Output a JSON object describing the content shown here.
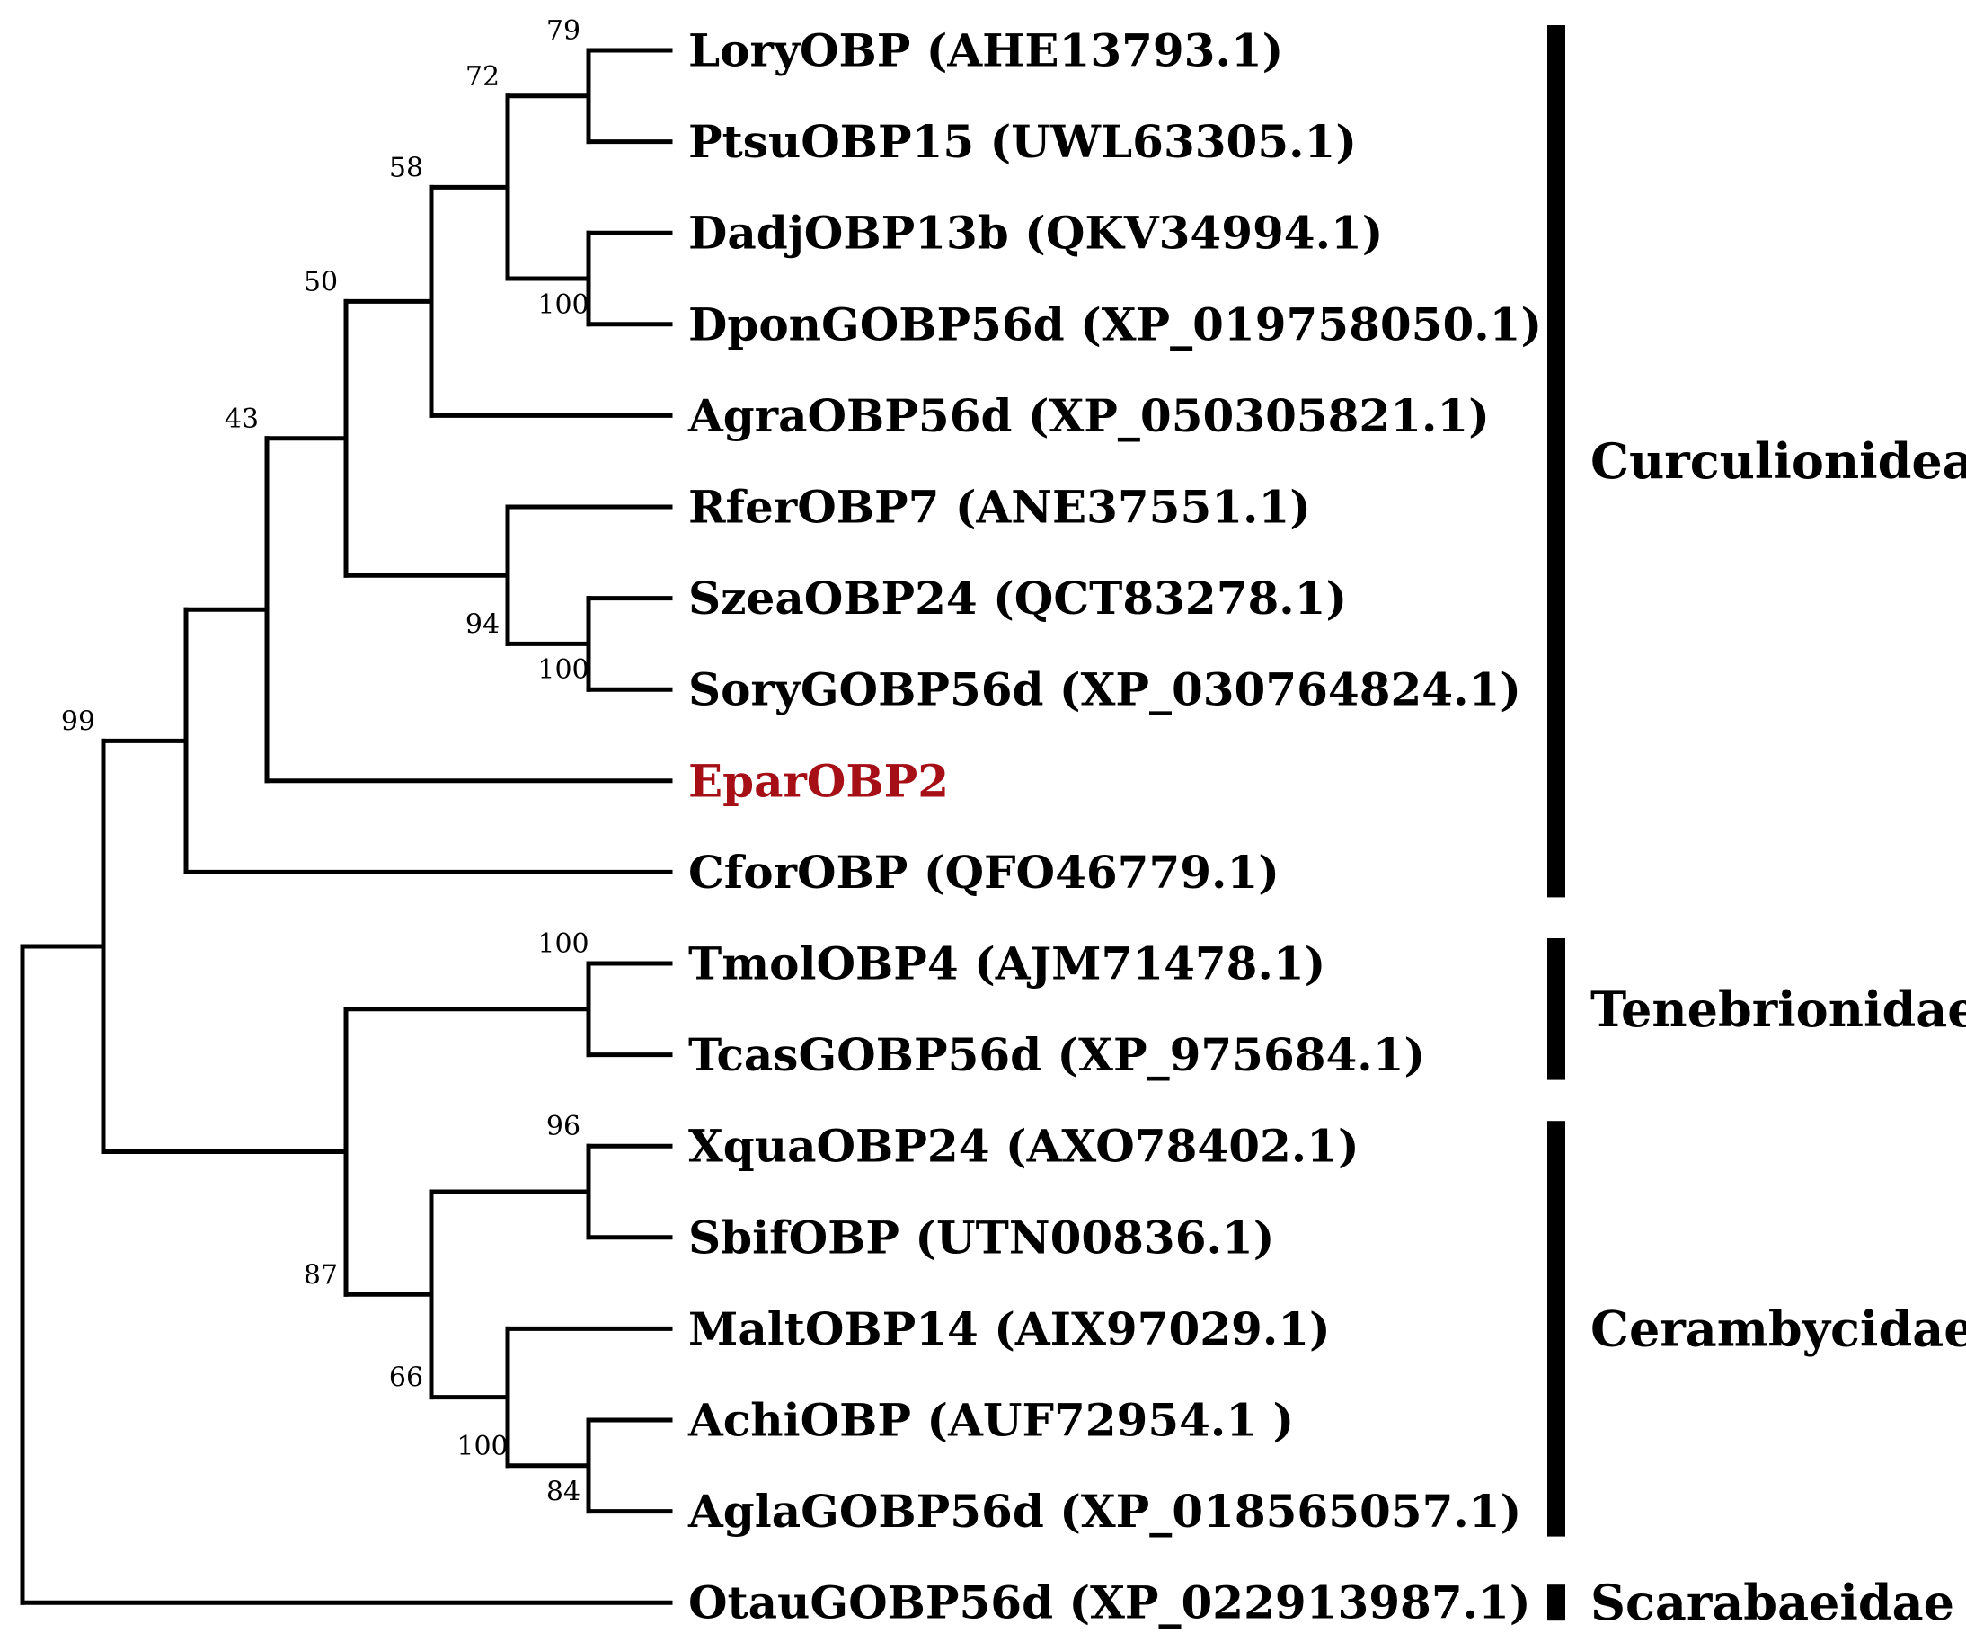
{
  "tree": {
    "taxa": [
      {
        "id": "lory",
        "label": "LoryOBP (AHE13793.1)",
        "highlight": false
      },
      {
        "id": "ptsu",
        "label": "PtsuOBP15 (UWL63305.1)",
        "highlight": false
      },
      {
        "id": "dadj",
        "label": "DadjOBP13b (QKV34994.1)",
        "highlight": false
      },
      {
        "id": "dpon",
        "label": "DponGOBP56d (XP_019758050.1)",
        "highlight": false
      },
      {
        "id": "agra",
        "label": "AgraOBP56d (XP_050305821.1)",
        "highlight": false
      },
      {
        "id": "rfer",
        "label": "RferOBP7 (ANE37551.1)",
        "highlight": false
      },
      {
        "id": "szea",
        "label": "SzeaOBP24 (QCT83278.1)",
        "highlight": false
      },
      {
        "id": "sory",
        "label": "SoryGOBP56d (XP_030764824.1)",
        "highlight": false
      },
      {
        "id": "epar",
        "label": "EparOBP2",
        "highlight": true
      },
      {
        "id": "cfor",
        "label": "CforOBP (QFO46779.1)",
        "highlight": false
      },
      {
        "id": "tmol",
        "label": "TmolOBP4 (AJM71478.1)",
        "highlight": false
      },
      {
        "id": "tcas",
        "label": "TcasGOBP56d (XP_975684.1)",
        "highlight": false
      },
      {
        "id": "xqua",
        "label": "XquaOBP24 (AXO78402.1)",
        "highlight": false
      },
      {
        "id": "sbif",
        "label": "SbifOBP (UTN00836.1)",
        "highlight": false
      },
      {
        "id": "malt",
        "label": "MaltOBP14 (AIX97029.1)",
        "highlight": false
      },
      {
        "id": "achi",
        "label": "AchiOBP (AUF72954.1 )",
        "highlight": false
      },
      {
        "id": "agla",
        "label": "AglaGOBP56d (XP_018565057.1)",
        "highlight": false
      },
      {
        "id": "otau",
        "label": "OtauGOBP56d (XP_022913987.1)",
        "highlight": false
      }
    ],
    "nodes": [
      {
        "id": "n_lory_ptsu",
        "children": [
          "lory",
          "ptsu"
        ],
        "support": "79"
      },
      {
        "id": "n_dadj_dpon",
        "children": [
          "dadj",
          "dpon"
        ],
        "support": "100"
      },
      {
        "id": "n_72",
        "children": [
          "n_lory_ptsu",
          "n_dadj_dpon"
        ],
        "support": "72"
      },
      {
        "id": "n_58",
        "children": [
          "n_72",
          "agra"
        ],
        "support": "58"
      },
      {
        "id": "n_szea_sory",
        "children": [
          "szea",
          "sory"
        ],
        "support": "100"
      },
      {
        "id": "n_94",
        "children": [
          "rfer",
          "n_szea_sory"
        ],
        "support": "94"
      },
      {
        "id": "n_50",
        "children": [
          "n_58",
          "n_94"
        ],
        "support": "50"
      },
      {
        "id": "n_43",
        "children": [
          "n_50",
          "epar"
        ],
        "support": "43"
      },
      {
        "id": "n_curc",
        "children": [
          "n_43",
          "cfor"
        ],
        "support": ""
      },
      {
        "id": "n_teneb",
        "children": [
          "tmol",
          "tcas"
        ],
        "support": "100"
      },
      {
        "id": "n_96",
        "children": [
          "xqua",
          "sbif"
        ],
        "support": "96"
      },
      {
        "id": "n_84",
        "children": [
          "achi",
          "agla"
        ],
        "support": "84"
      },
      {
        "id": "n_malt",
        "children": [
          "malt",
          "n_84"
        ],
        "support": "100"
      },
      {
        "id": "n_66",
        "children": [
          "n_96",
          "n_malt"
        ],
        "support": "66"
      },
      {
        "id": "n_87",
        "children": [
          "n_teneb",
          "n_66"
        ],
        "support": "87"
      },
      {
        "id": "n_99",
        "children": [
          "n_curc",
          "n_87"
        ],
        "support": "99"
      },
      {
        "id": "root",
        "children": [
          "n_99",
          "otau"
        ],
        "support": ""
      }
    ],
    "clades": [
      {
        "label": "Curculionidea",
        "from": "lory",
        "to": "cfor"
      },
      {
        "label": "Tenebrionidae",
        "from": "tmol",
        "to": "tcas"
      },
      {
        "label": "Cerambycidae",
        "from": "xqua",
        "to": "agla"
      },
      {
        "label": "Scarabaeidae",
        "from": "otau",
        "to": "otau"
      }
    ],
    "colors": {
      "branch": "#000000",
      "highlight": "#a50f15"
    }
  }
}
